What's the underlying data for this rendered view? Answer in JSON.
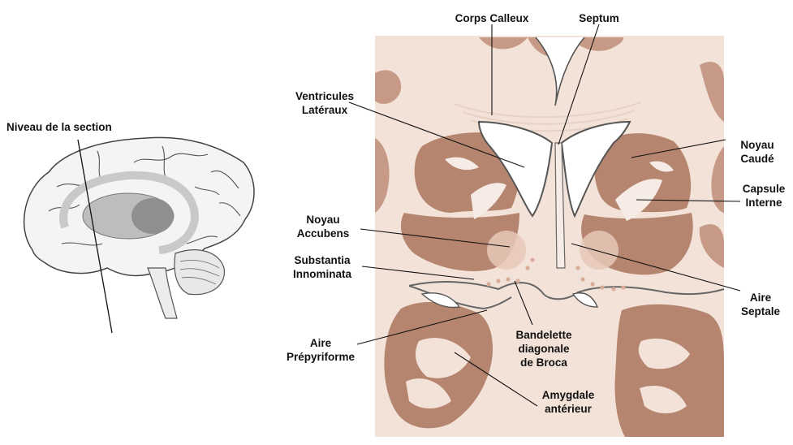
{
  "labels": {
    "niveau_section": "Niveau de la section",
    "corps_calleux": "Corps Calleux",
    "septum": "Septum",
    "ventricules": [
      "Ventricules",
      "Latéraux"
    ],
    "noyau_caude": [
      "Noyau",
      "Caudé"
    ],
    "capsule_interne": [
      "Capsule",
      "Interne"
    ],
    "noyau_accubens": [
      "Noyau",
      "Accubens"
    ],
    "substantia": [
      "Substantia",
      "Innominata"
    ],
    "aire_septale": [
      "Aire",
      "Septale"
    ],
    "aire_prepyriforme": [
      "Aire",
      "Prépyriforme"
    ],
    "bandelette": [
      "Bandelette",
      "diagonale",
      "de Broca"
    ],
    "amygdale": [
      "Amygdale",
      "antérieur"
    ]
  },
  "colors": {
    "background": "#ffffff",
    "tissue_light": "#f3e2d8",
    "tissue_mid": "#c79a87",
    "tissue_dark": "#b5856f",
    "ventricle_outline": "#555555",
    "brain_outline": "#444444",
    "brain_fill": "#f4f4f4",
    "brain_gray": "#bdbdbd",
    "brain_dark": "#8f8f8f"
  }
}
